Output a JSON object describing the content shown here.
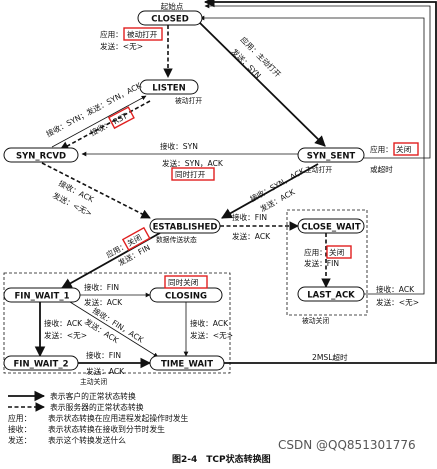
{
  "figure": {
    "start_label": "起始点",
    "caption": "图2-4　TCP状态转换图",
    "watermark": "CSDN @QQ851301776",
    "highlight_color": "#e02020"
  },
  "states": {
    "closed": "CLOSED",
    "listen": "LISTEN",
    "syn_rcvd": "SYN_RCVD",
    "syn_sent": "SYN_SENT",
    "established": "ESTABLISHED",
    "close_wait": "CLOSE_WAIT",
    "last_ack": "LAST_ACK",
    "fin_wait_1": "FIN_WAIT_1",
    "closing": "CLOSING",
    "fin_wait_2": "FIN_WAIT_2",
    "time_wait": "TIME_WAIT"
  },
  "notes": {
    "listen_passive": "被动打开",
    "syn_sent_active": "主动打开",
    "established_transfer": "数据传送状态",
    "passive_close": "被动关闭",
    "active_close": "主动关闭",
    "timeout": "或超时",
    "msl_timeout": "2MSL超时"
  },
  "labels": {
    "app_passive_open_prefix": "应用：",
    "app_passive_open_hl": "被动打开",
    "send_none_1": "发送：<无>",
    "app_active_open": "应用：主动打开",
    "send_syn_1": "发送：SYN",
    "rcv_rst_prefix": "接收：",
    "rcv_rst_hl": "RST",
    "rcv_syn_send_synack": "接收：SYN；发送：SYN，ACK",
    "rcv_syn": "接收：SYN",
    "send_synack": "发送：SYN，ACK",
    "simultaneous_open": "同时打开",
    "app_close_prefix_1": "应用：",
    "app_close_hl_1": "关闭",
    "rcv_ack_left": "接收：ACK",
    "send_none_left": "发送：<无>",
    "rcv_synack": "接收：SYN，ACK",
    "send_ack_right": "发送：ACK",
    "rcv_fin": "接收：FIN",
    "send_ack_est": "发送：ACK",
    "app_close_prefix_2": "应用：",
    "app_close_hl_2": "关闭",
    "send_fin_cw": "发送：FIN",
    "app_close_prefix_3": "应用：",
    "app_close_hl_3": "关闭",
    "send_fin_est": "发送：FIN",
    "rcv_ack_last": "接收：ACK",
    "send_none_last": "发送：<无>",
    "rcv_fin_fw1": "接收：FIN",
    "send_ack_fw1": "发送：ACK",
    "simultaneous_close": "同时关闭",
    "rcv_ack_fw1": "接收：ACK",
    "send_none_fw1": "发送：<无>",
    "rcv_finack": "接收：FIN，ACK",
    "send_ack_diag": "发送：ACK",
    "rcv_ack_closing": "接收：ACK",
    "send_none_closing": "发送：<无>",
    "rcv_fin_fw2": "接收：FIN",
    "send_ack_fw2": "发送：ACK"
  },
  "legend": {
    "client_line": "表示客户的正常状态转换",
    "server_line": "表示服务器的正常状态转换",
    "app_key": "应用：",
    "app_desc": "表示状态转换在应用进程发起操作时发生",
    "rcv_key": "接收：",
    "rcv_desc": "表示状态转换在接收到分节时发生",
    "send_key": "发送：",
    "send_desc": "表示这个转换发送什么"
  }
}
